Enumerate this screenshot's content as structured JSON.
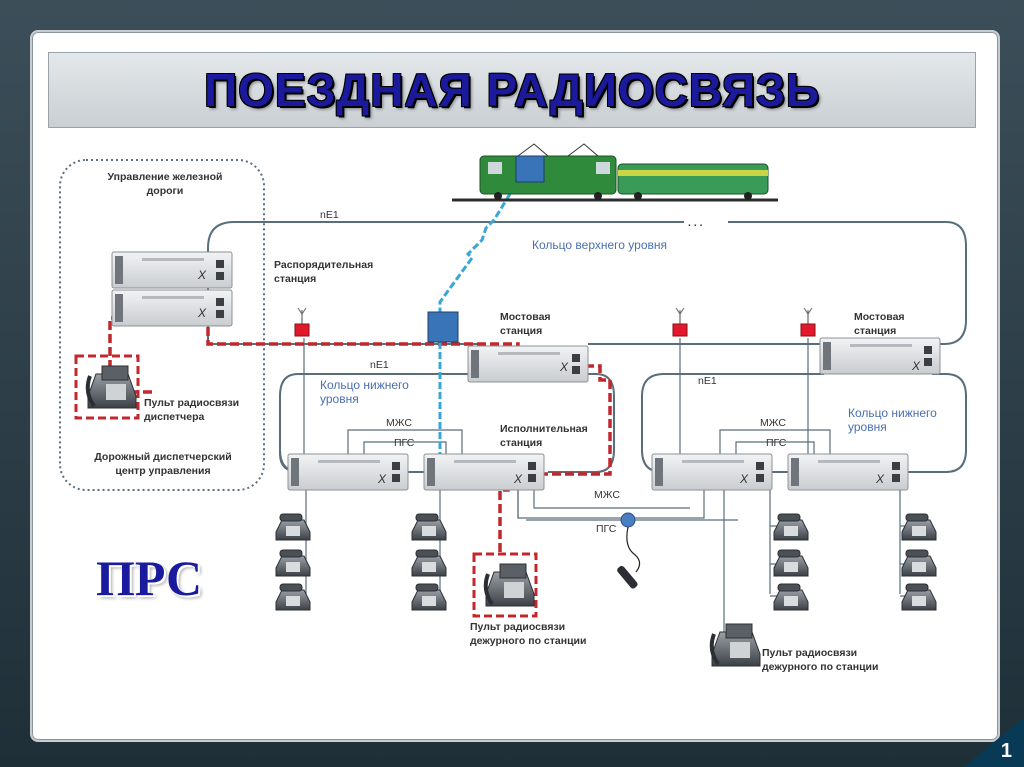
{
  "title": "ПОЕЗДНАЯ РАДИОСВЯЗЬ",
  "abbreviation": "ПРС",
  "page_number": "1",
  "labels": {
    "railway_management": "Управление железной дороги",
    "road_dispatch_center": "Дорожный диспетчерский центр управления",
    "dispatcher_console": "Пульт радиосвязи диспетчера",
    "dispatch_station": "Распорядительная станция",
    "ne1_top": "nE1",
    "upper_ring": "Кольцо верхнего уровня",
    "dots": ". . .",
    "bridge_station_left": "Мостовая станция",
    "bridge_station_right": "Мостовая станция",
    "ne1_left": "nE1",
    "ne1_right": "nE1",
    "lower_ring_left": "Кольцо нижнего уровня",
    "lower_ring_right": "Кольцо нижнего уровня",
    "executive_station": "Исполнительная станция",
    "mzhs_left": "МЖС",
    "pgs_left": "ПГС",
    "mzhs_right": "МЖС",
    "pgs_right": "ПГС",
    "mzhs_bottom": "МЖС",
    "pgs_bottom": "ПГС",
    "station_console_1": "Пульт радиосвязи дежурного по станции",
    "station_console_2": "Пульт  радиосвязи дежурного по станции",
    "x_mark": "X"
  },
  "colors": {
    "title": "#1c1a9c",
    "dispatch_line": "#c0282d",
    "radio_line": "#3aa6d6",
    "ring_line": "#5a6d7b",
    "antenna": "#e01a2c"
  },
  "icons": [
    "train-icon",
    "server-rack-icon",
    "telephone-icon",
    "console-phone-icon",
    "antenna-icon",
    "radio-handset-icon",
    "radio-module-icon"
  ]
}
